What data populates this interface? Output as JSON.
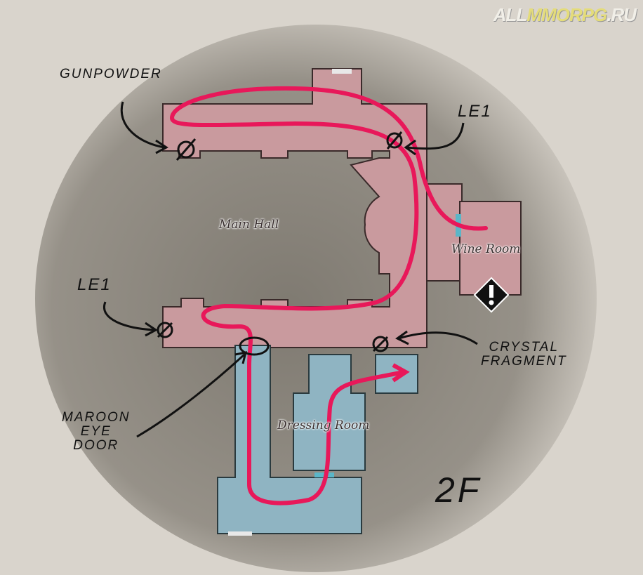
{
  "watermark": {
    "part1": "ALL",
    "part2": "MMORPG",
    "part3": ".RU"
  },
  "floor_label": "2F",
  "rooms": {
    "main_hall": "Main Hall",
    "wine_room": "Wine Room",
    "dressing_room": "Dressing Room"
  },
  "annotations": {
    "gunpowder": "GUNPOWDER",
    "le1_top": "LE1",
    "le1_left": "LE1",
    "crystal_line1": "CRYSTAL",
    "crystal_line2": "FRAGMENT",
    "maroon_line1": "MAROON",
    "maroon_line2": "EYE",
    "maroon_line3": "DOOR"
  },
  "colors": {
    "route": "#e8185a",
    "visited_area": "#c99a9e",
    "unvisited_area": "#8fb4c2",
    "background": "#d9d4cc"
  },
  "icons": [
    "objective-alert-icon",
    "item-marker-icon"
  ]
}
